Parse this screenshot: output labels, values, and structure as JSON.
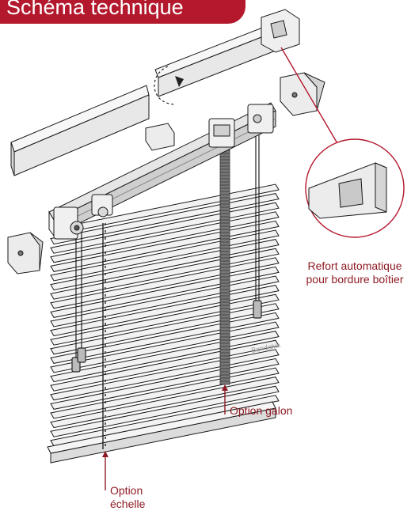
{
  "title": "Schéma technique",
  "callouts": {
    "refort_line1": "Refort automatique",
    "refort_line2": "pour bordure boîtier",
    "galon": "Option galon",
    "echelle_line1": "Option",
    "echelle_line2": "échelle"
  },
  "watermark": "Bandalux",
  "colors": {
    "accent": "#b3182c",
    "callout_text": "#8e1b24",
    "line": "#1a1a1a"
  }
}
